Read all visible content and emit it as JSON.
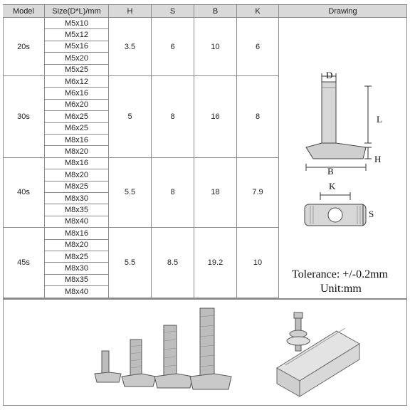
{
  "columns": [
    "Model",
    "Size(D*L)/mm",
    "H",
    "S",
    "B",
    "K",
    "Drawing"
  ],
  "groups": [
    {
      "model": "20s",
      "sizes": [
        "M5x10",
        "M5x12",
        "M5x16",
        "M5x20",
        "M5x25"
      ],
      "H": "3.5",
      "S": "6",
      "B": "10",
      "K": "6"
    },
    {
      "model": "30s",
      "sizes": [
        "M6x12",
        "M6x16",
        "M6x20",
        "M6x25",
        "M6x25",
        "M8x16",
        "M8x20"
      ],
      "H": "5",
      "S": "8",
      "B": "16",
      "K": "8"
    },
    {
      "model": "40s",
      "sizes": [
        "M8x16",
        "M8x20",
        "M8x25",
        "M8x30",
        "M8x35",
        "M8x40"
      ],
      "H": "5.5",
      "S": "8",
      "B": "18",
      "K": "7.9"
    },
    {
      "model": "45s",
      "sizes": [
        "M8x16",
        "M8x20",
        "M8x25",
        "M8x30",
        "M8x35",
        "M8x40"
      ],
      "H": "5.5",
      "S": "8.5",
      "B": "19.2",
      "K": "10"
    }
  ],
  "drawing": {
    "labels": {
      "D": "D",
      "L": "L",
      "H": "H",
      "B": "B",
      "K": "K",
      "S": "S"
    },
    "tolerance": "Tolerance: +/-0.2mm",
    "unit": "Unit:mm"
  },
  "photos": {
    "bolts_icon": "t-bolt-set-icon",
    "profile_icon": "aluminum-profile-icon"
  }
}
